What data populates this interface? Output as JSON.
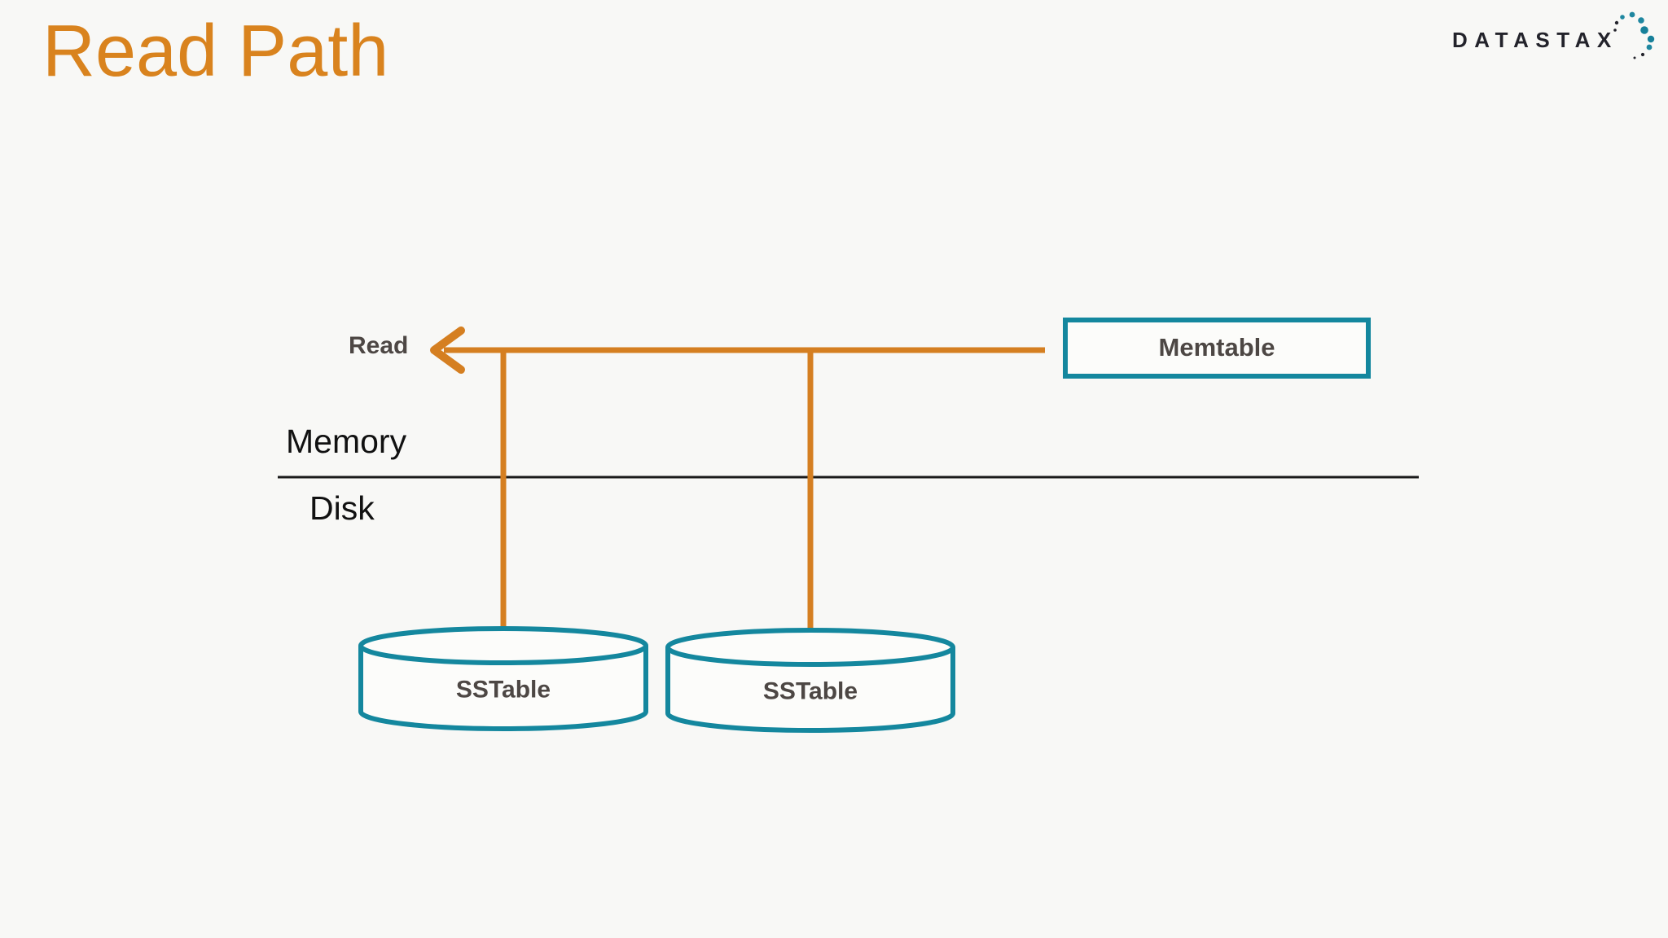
{
  "slide": {
    "title": "Read Path",
    "background": "#F8F8F6"
  },
  "logo": {
    "wordmark": "DATASTAX"
  },
  "colors": {
    "title_orange": "#D9831E",
    "arrow_orange": "#D57F21",
    "shape_teal": "#14879E",
    "label_dark": "#4D4744",
    "divider_black": "#1A1A1A",
    "logo_dark": "#23232B",
    "logo_teal": "#1F87A0"
  },
  "diagram": {
    "read_label": "Read",
    "memory_label": "Memory",
    "disk_label": "Disk",
    "memtable": {
      "label": "Memtable"
    },
    "sstables": [
      {
        "label": "SSTable"
      },
      {
        "label": "SSTable"
      }
    ]
  }
}
